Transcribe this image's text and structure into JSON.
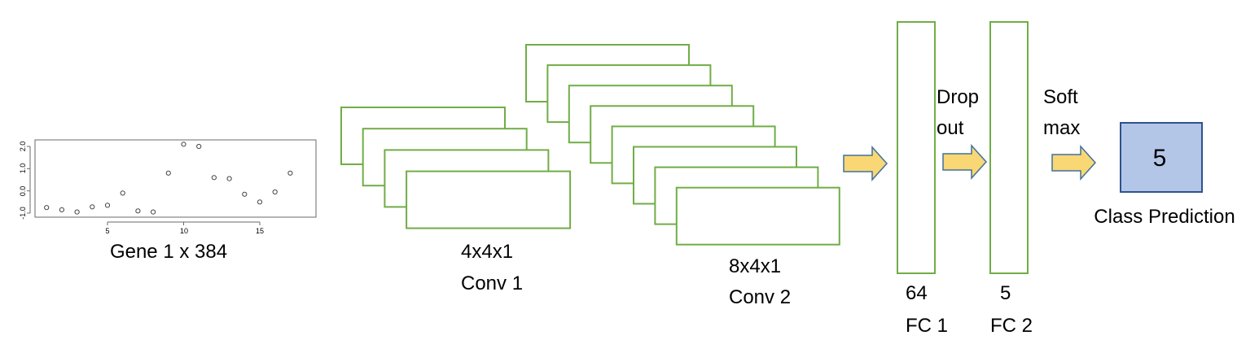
{
  "colors": {
    "layer_stroke": "#70ad47",
    "arrow_fill": "#f8d774",
    "arrow_stroke": "#41719c",
    "prediction_fill": "#b4c6e7",
    "prediction_stroke": "#2f528f"
  },
  "input": {
    "caption": "Gene 1 x 384",
    "plot": {
      "x_ticks": [
        "5",
        "10",
        "15"
      ],
      "y_ticks": [
        "-1.0",
        "0.0",
        "1.0",
        "2.0"
      ],
      "points": [
        {
          "x": 1,
          "y": -0.75
        },
        {
          "x": 2,
          "y": -0.85
        },
        {
          "x": 3,
          "y": -0.95
        },
        {
          "x": 4,
          "y": -0.72
        },
        {
          "x": 5,
          "y": -0.65
        },
        {
          "x": 6,
          "y": -0.1
        },
        {
          "x": 7,
          "y": -0.9
        },
        {
          "x": 8,
          "y": -0.95
        },
        {
          "x": 9,
          "y": 0.8
        },
        {
          "x": 10,
          "y": 2.1
        },
        {
          "x": 11,
          "y": 2.0
        },
        {
          "x": 12,
          "y": 0.6
        },
        {
          "x": 13,
          "y": 0.55
        },
        {
          "x": 14,
          "y": -0.15
        },
        {
          "x": 15,
          "y": -0.5
        },
        {
          "x": 16,
          "y": -0.05
        },
        {
          "x": 17,
          "y": 0.8
        }
      ]
    }
  },
  "conv1": {
    "line1": "4x4x1",
    "line2": "Conv 1",
    "count": 4
  },
  "conv2": {
    "line1": "8x4x1",
    "line2": "Conv 2",
    "count": 8
  },
  "dropout": {
    "line1": "Drop",
    "line2": "out"
  },
  "softmax": {
    "line1": "Soft",
    "line2": "max"
  },
  "fc1": {
    "line1": "64",
    "line2": "FC 1"
  },
  "fc2": {
    "line1": "5",
    "line2": "FC 2"
  },
  "prediction": {
    "value": "5",
    "label": "Class Prediction"
  }
}
